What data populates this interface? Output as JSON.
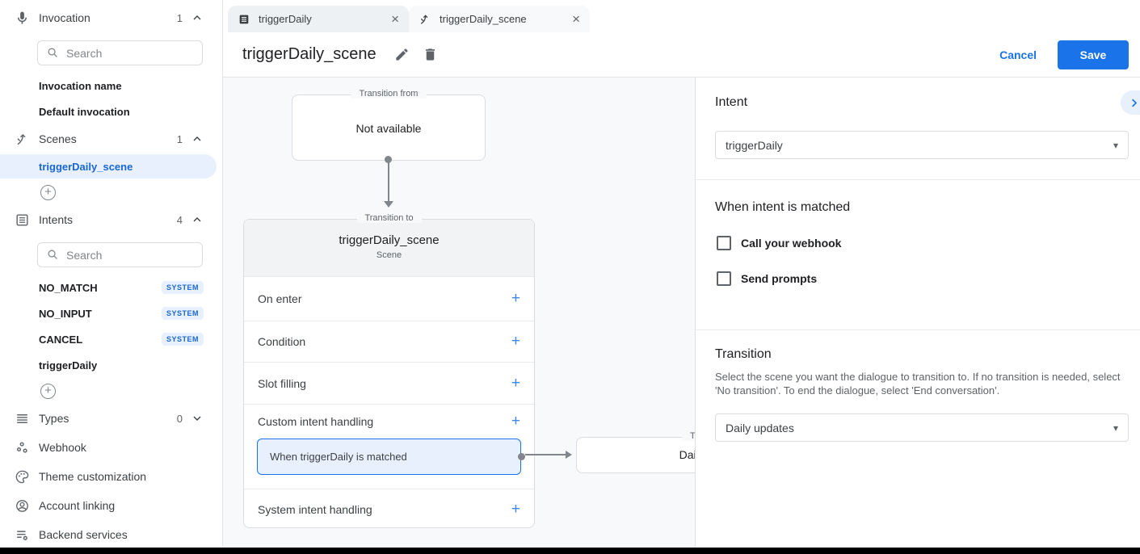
{
  "sidebar": {
    "invocation": {
      "label": "Invocation",
      "count": "1",
      "search_placeholder": "Search",
      "items": [
        {
          "label": "Invocation name"
        },
        {
          "label": "Default invocation"
        }
      ]
    },
    "scenes": {
      "label": "Scenes",
      "count": "1",
      "selected": "triggerDaily_scene"
    },
    "intents": {
      "label": "Intents",
      "count": "4",
      "search_placeholder": "Search",
      "items": [
        {
          "name": "NO_MATCH",
          "badge": "SYSTEM"
        },
        {
          "name": "NO_INPUT",
          "badge": "SYSTEM"
        },
        {
          "name": "CANCEL",
          "badge": "SYSTEM"
        },
        {
          "name": "triggerDaily",
          "badge": ""
        }
      ]
    },
    "types": {
      "label": "Types",
      "count": "0"
    },
    "links": [
      {
        "label": "Webhook"
      },
      {
        "label": "Theme customization"
      },
      {
        "label": "Account linking"
      },
      {
        "label": "Backend services"
      }
    ]
  },
  "tabs": [
    {
      "label": "triggerDaily",
      "active": false
    },
    {
      "label": "triggerDaily_scene",
      "active": true
    }
  ],
  "header": {
    "title": "triggerDaily_scene",
    "cancel": "Cancel",
    "save": "Save"
  },
  "canvas": {
    "transition_from": {
      "label": "Transition from",
      "value": "Not available"
    },
    "scene_card": {
      "label": "Transition to",
      "title": "triggerDaily_scene",
      "subtitle": "Scene",
      "rows": [
        {
          "label": "On enter"
        },
        {
          "label": "Condition"
        },
        {
          "label": "Slot filling"
        },
        {
          "label": "Custom intent handling"
        },
        {
          "label": "System intent handling"
        }
      ],
      "matched_item": "When triggerDaily is matched"
    },
    "target_card": {
      "label": "Transition to",
      "value": "Daily updates"
    }
  },
  "panel": {
    "intent_heading": "Intent",
    "intent_value": "triggerDaily",
    "matched_heading": "When intent is matched",
    "checkboxes": [
      {
        "label": "Call your webhook",
        "checked": false
      },
      {
        "label": "Send prompts",
        "checked": false
      }
    ],
    "transition_heading": "Transition",
    "transition_description": "Select the scene you want the dialogue to transition to. If no transition is needed, select 'No transition'. To end the dialogue, select 'End conversation'.",
    "transition_value": "Daily updates"
  },
  "icons": {
    "add": "+",
    "close": "×",
    "caret_down": "▾"
  },
  "colors": {
    "accent": "#1a73e8",
    "selected_bg": "#e8f0fe",
    "badge_text": "#1967d2",
    "badge_bg": "#e8f0fe",
    "canvas_bg": "#f8f9fa"
  }
}
